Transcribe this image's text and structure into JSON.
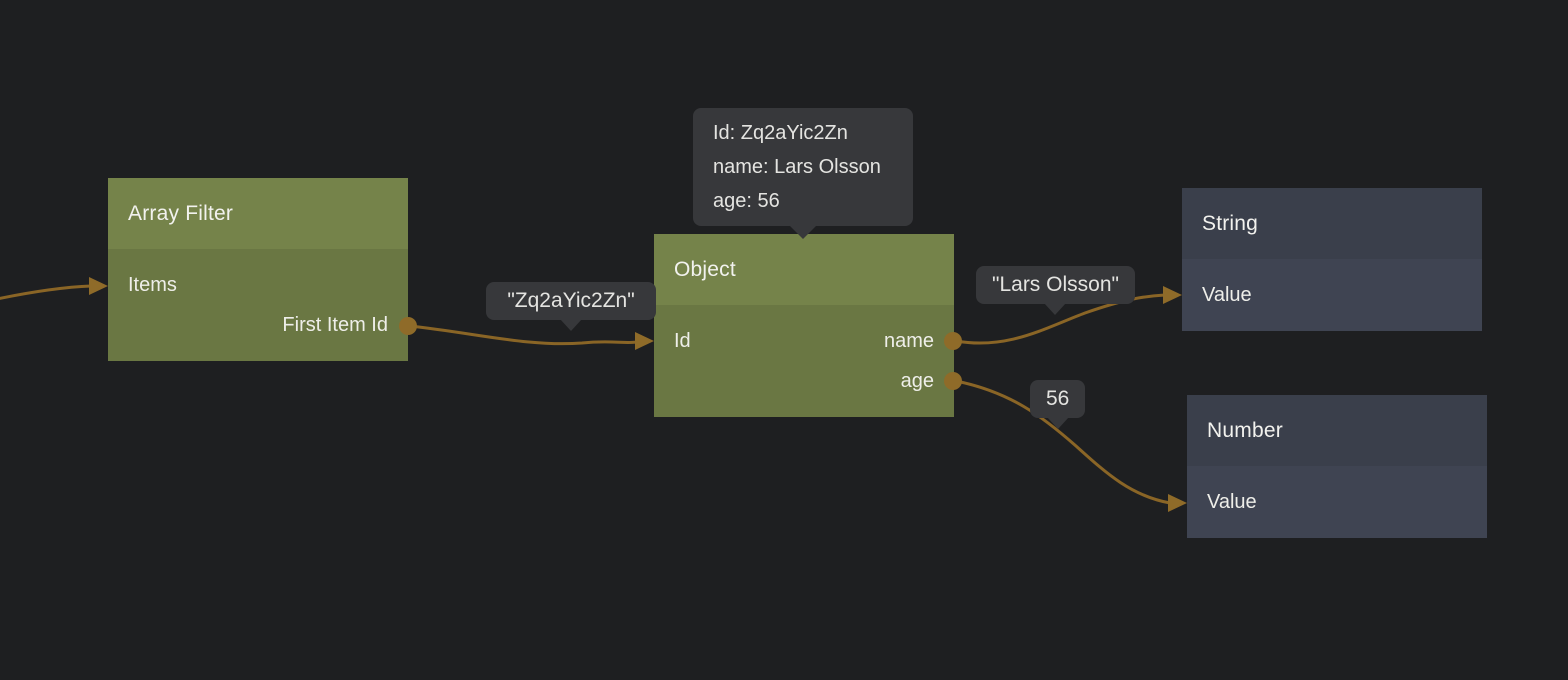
{
  "editor": {
    "background_color": "#1e1f21",
    "wire_color": "#8a6526",
    "port_color": "#8f6b29",
    "node_green_header_color": "#75834a",
    "node_green_body_color": "#6a7743",
    "node_dark_header_color": "#3a3f4b",
    "node_dark_body_color": "#3f4452"
  },
  "nodes": [
    {
      "title": "Array Filter",
      "style": "green",
      "inputs": [
        {
          "label": "Items"
        }
      ],
      "outputs": [
        {
          "label": "First Item Id"
        }
      ]
    },
    {
      "title": "Object",
      "style": "green",
      "inputs": [
        {
          "label": "Id"
        }
      ],
      "outputs": [
        {
          "label": "name"
        },
        {
          "label": "age"
        }
      ]
    },
    {
      "title": "String",
      "style": "dark",
      "inputs": [
        {
          "label": "Value"
        }
      ],
      "outputs": []
    },
    {
      "title": "Number",
      "style": "dark",
      "inputs": [
        {
          "label": "Value"
        }
      ],
      "outputs": []
    }
  ],
  "object_tooltip": {
    "lines": [
      "Id: Zq2aYic2Zn",
      "name: Lars Olsson",
      "age: 56"
    ]
  },
  "wire_value_labels": [
    {
      "text": "\"Zq2aYic2Zn\""
    },
    {
      "text": "\"Lars Olsson\""
    },
    {
      "text": "56"
    }
  ],
  "wires": [
    {
      "from": "offscreen-left",
      "to": "Array Filter.Items"
    },
    {
      "from": "Array Filter.First Item Id",
      "to": "Object.Id",
      "value": "\"Zq2aYic2Zn\""
    },
    {
      "from": "Object.name",
      "to": "String.Value",
      "value": "\"Lars Olsson\""
    },
    {
      "from": "Object.age",
      "to": "Number.Value",
      "value": "56"
    }
  ]
}
